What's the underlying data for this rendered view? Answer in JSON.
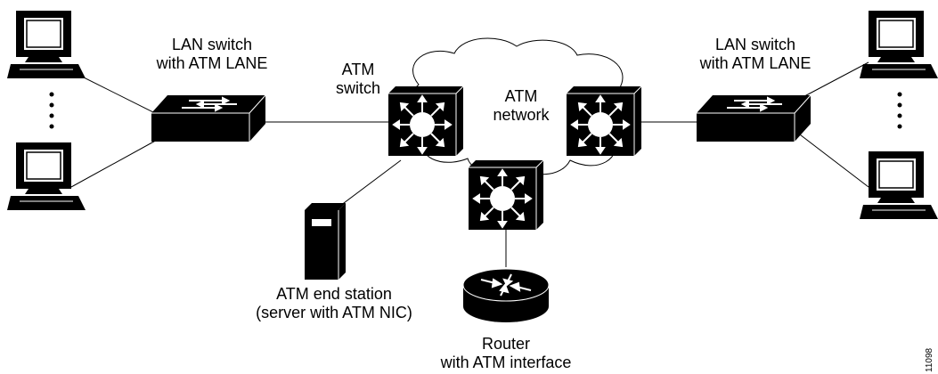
{
  "labels": {
    "lan_switch_left": [
      "LAN switch",
      "with ATM LANE"
    ],
    "lan_switch_right": [
      "LAN switch",
      "with ATM LANE"
    ],
    "atm_switch": [
      "ATM",
      "switch"
    ],
    "atm_network": [
      "ATM",
      "network"
    ],
    "end_station": [
      "ATM end station",
      "(server with ATM NIC)"
    ],
    "router": [
      "Router",
      "with ATM interface"
    ]
  },
  "figure_id": "11098",
  "colors": {
    "device": "#000000",
    "background": "#ffffff",
    "line": "#000000"
  }
}
